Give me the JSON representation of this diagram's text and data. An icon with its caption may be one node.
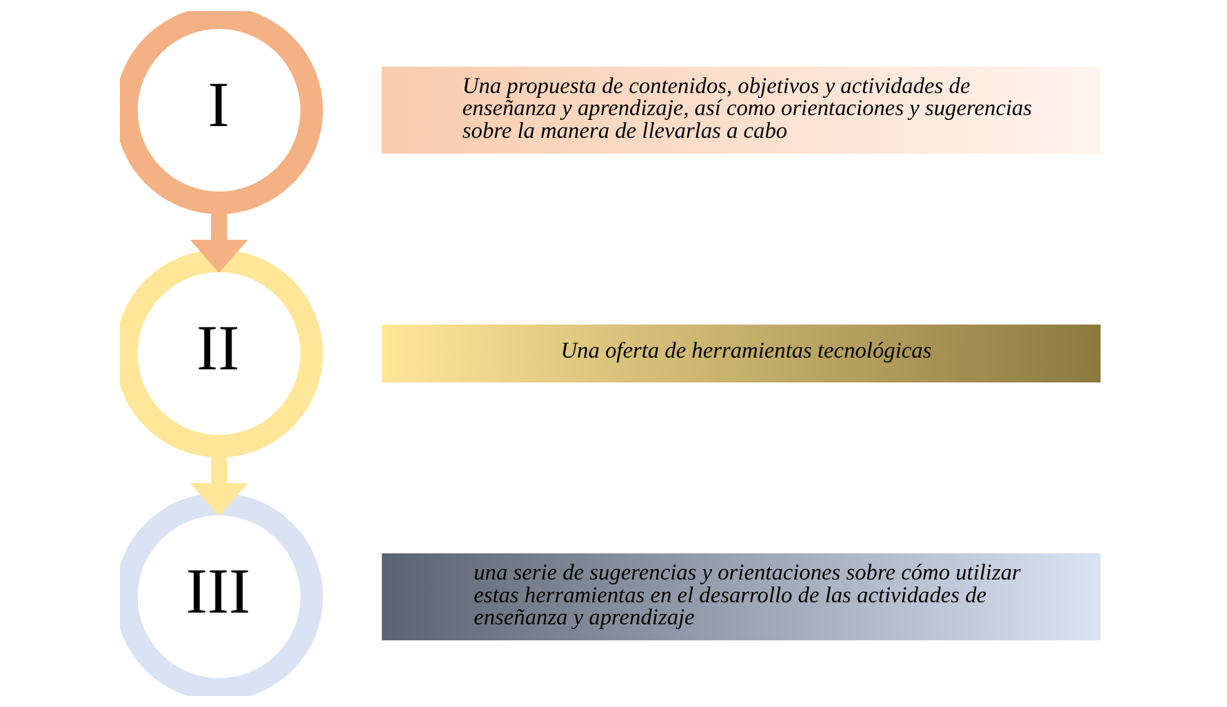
{
  "diagram": {
    "nodes": [
      {
        "text": [
          "I"
        ]
      },
      {
        "text": [
          "Una propuesta de contenidos, objetivos y actividades de enseñanza y aprendizaje, así como orientaciones y sugerencias sobre la manera de llevarlas a cabo"
        ]
      },
      {
        "text": [
          "II"
        ]
      },
      {
        "text": [
          "Una oferta de herramientas tecnológicas"
        ]
      },
      {
        "text": [
          "III"
        ]
      },
      {
        "text": [
          "una serie de sugerencias y orientaciones sobre cómo utilizar estas herramientas en el desarrollo de las actividades de enseñanza y aprendizaje"
        ]
      }
    ],
    "edges": [
      {
        "from": 0,
        "to": 2,
        "arrow": "to",
        "color": "#f4b183"
      },
      {
        "from": 2,
        "to": 4,
        "arrow": "to",
        "color": "#ffe699"
      }
    ]
  }
}
